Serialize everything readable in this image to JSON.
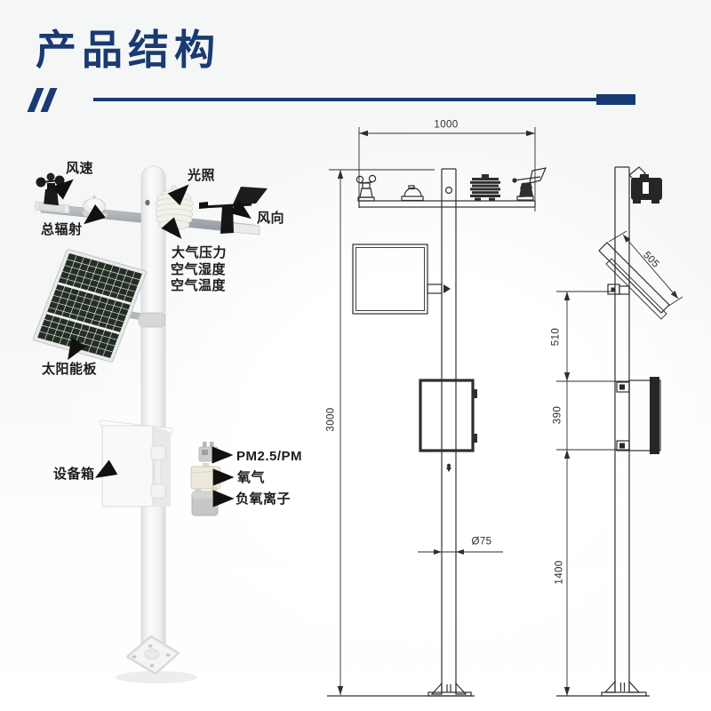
{
  "header": {
    "title": "产品结构"
  },
  "labels": {
    "wind_speed": "风速",
    "illumination": "光照",
    "wind_direction": "风向",
    "total_radiation": "总辐射",
    "atmospheric_pressure": "大气压力",
    "air_humidity": "空气湿度",
    "air_temperature": "空气温度",
    "solar_panel": "太阳能板",
    "equipment_box": "设备箱",
    "pm": "PM2.5/PM",
    "oxygen": "氧气",
    "negative_oxygen_ion": "负氧离子"
  },
  "dimensions": {
    "crossarm_width": "1000",
    "total_height": "3000",
    "solar_panel_length": "505",
    "mount_to_box": "510",
    "box_height": "390",
    "box_to_ground": "1400",
    "pole_diameter": "Ø75"
  },
  "colors": {
    "accent_navy": "#193a72",
    "drawing_line": "#2e2e2e",
    "label_text": "#1c1c1c"
  }
}
